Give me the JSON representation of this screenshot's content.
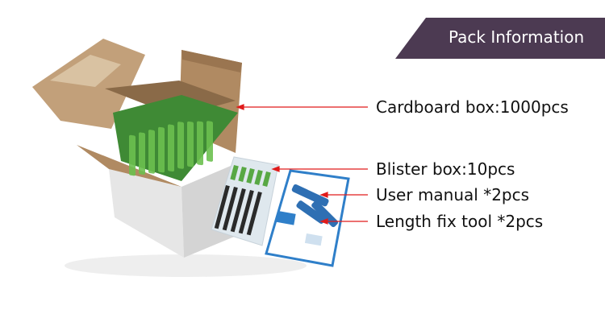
{
  "banner": {
    "title": "Pack Information"
  },
  "colors": {
    "banner_bg": "#4c3a52",
    "arrow": "#e01b1b",
    "box": "#b08a62",
    "box_light": "#c9a57d",
    "box_white": "#e6e6e6",
    "connector_green": "#58a844",
    "blister": "#dfe8ee",
    "manual_blue": "#2f7fc9",
    "tool_blue": "#2e6fb3"
  },
  "labels": {
    "cardboard": "Cardboard box:1000pcs",
    "blister": "Blister box:10pcs",
    "manual": "User manual *2pcs",
    "tool": "Length fix tool *2pcs"
  }
}
